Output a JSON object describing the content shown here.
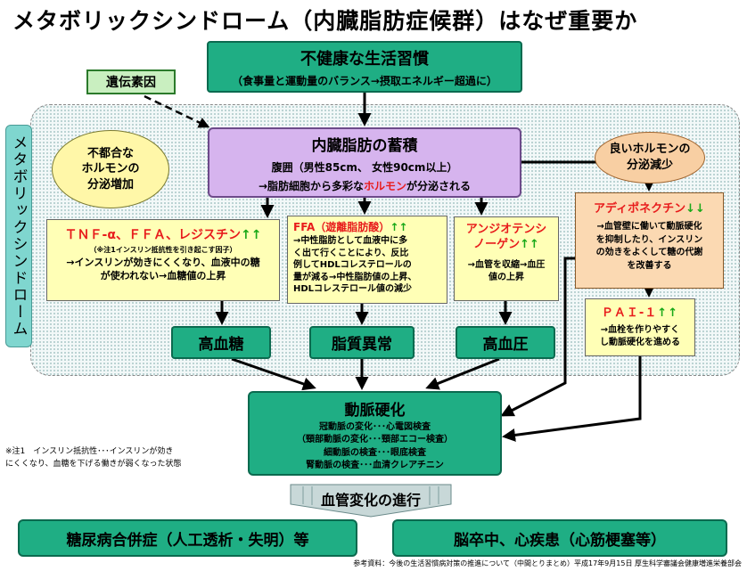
{
  "title": "メタボリックシンドローム（内臓脂肪症候群）はなぜ重要か",
  "lifestyle": {
    "title": "不健康な生活習慣",
    "subtitle": "（食事量と運動量のバランス→摂取エネルギー超過に）"
  },
  "genetic": "遺伝素因",
  "metabolic_label": "メタボリックシンドローム",
  "visceral_fat": {
    "title": "内臓脂肪の蓄積",
    "waist": "腹囲（男性85cm、 女性90cm以上）",
    "secretion_prefix": "→脂肪細胞から多彩な",
    "secretion_hormone": "ホルモン",
    "secretion_suffix": "が分泌される"
  },
  "bubble_left": [
    "不都合な",
    "ホルモンの",
    "分泌増加"
  ],
  "bubble_right": [
    "良いホルモンの",
    "分泌減少"
  ],
  "tnf": {
    "title": "ＴＮＦ-α、ＦＦＡ、レジスチン",
    "arrows": "↑↑",
    "note": "（※注1インスリン抵抗性を引き起こす因子）",
    "body": [
      "→インスリンが効きにくくなり、血液中の糖",
      "が使われない→血糖値の上昇"
    ]
  },
  "ffa": {
    "title": "FFA（遊離脂肪酸）",
    "arrows": "↑↑",
    "body": [
      "→中性脂肪として血液中に多",
      "く出て行くことにより、反比",
      "例してHDLコレステロールの",
      "量が減る→中性脂肪値の上昇、",
      "HDLコレステロール値の減少"
    ]
  },
  "angiotensinogen": {
    "title": [
      "アンジオテンシ",
      "ノーゲン"
    ],
    "arrows": "↑↑",
    "body": [
      "→血管を収縮→血圧",
      "値の上昇"
    ]
  },
  "adiponectin": {
    "title": "アディポネクチン",
    "arrows": "↓↓",
    "body": [
      "→血管壁に働いて動脈硬化",
      "を抑制したり、インスリン",
      "の効きをよくして糖の代謝",
      "を改善する"
    ]
  },
  "pai1": {
    "title": "ＰＡＩ-１",
    "arrows": "↑↑",
    "body": [
      "→血栓を作りやすく",
      "し動脈硬化を進める"
    ]
  },
  "conditions": {
    "hyperglycemia": "高血糖",
    "dyslipidemia": "脂質異常",
    "hypertension": "高血圧"
  },
  "atherosclerosis": {
    "title": "動脈硬化",
    "lines": [
      "冠動脈の変化･･･心電図検査",
      "（頸部動脈の変化･･･頸部エコー検査）",
      "細動脈の検査･･･眼底検査",
      "腎動脈の検査･･･血清クレアチニン"
    ]
  },
  "footnote": [
    "※注1　インスリン抵抗性･･･インスリンが効き",
    "にくくなり、血糖を下げる働きが弱くなった状態"
  ],
  "progress": "血管変化の進行",
  "complications": {
    "left": "糖尿病合併症（人工透析・失明）等",
    "right": "脳卒中、心疾患（心筋梗塞等）"
  },
  "source": "参考資料：今後の生活習慣病対策の推進について（中間とりまとめ）平成17年9月15日 厚生科学審議会健康増進栄養部会",
  "colors": {
    "green_box": "#1fae84",
    "purple_box": "#d6b4ee",
    "yellow_box": "#ffffb6",
    "orange_box": "#fbd9b2",
    "up_arrow": "#18a818",
    "emphasis": "#e81c1c"
  }
}
